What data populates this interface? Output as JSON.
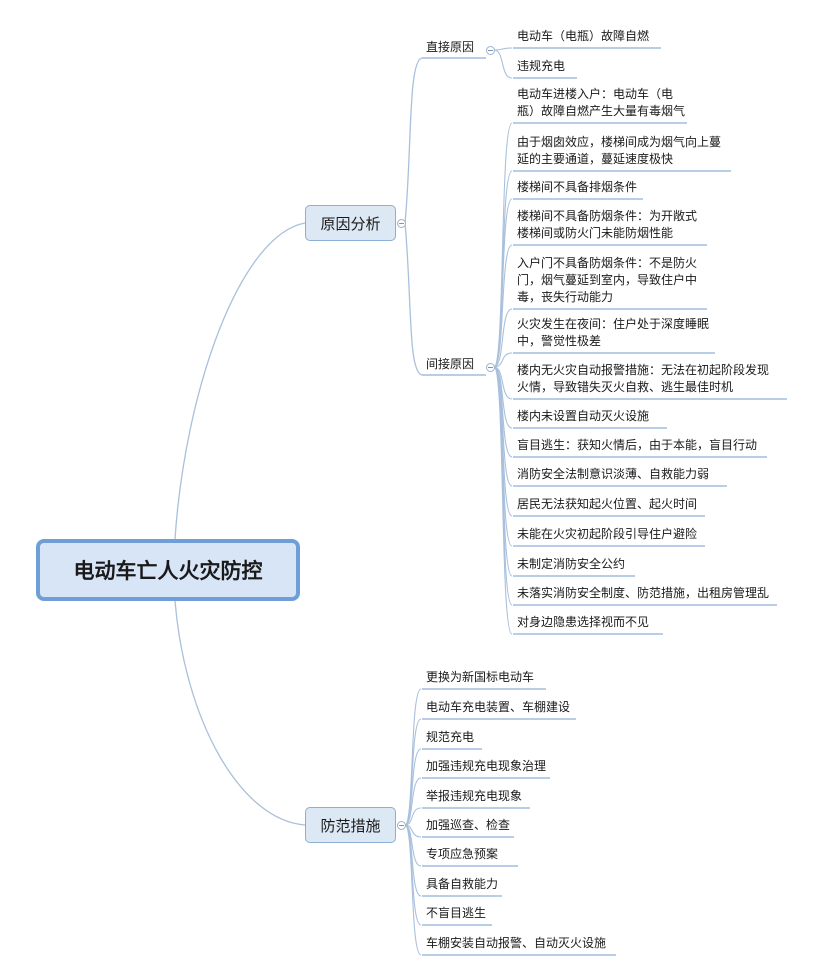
{
  "root": {
    "label": "电动车亡人火灾防控"
  },
  "branches": [
    {
      "label": "原因分析",
      "children": [
        {
          "label": "直接原因",
          "leaves": [
            [
              "电动车（电瓶）故障自燃"
            ],
            [
              "违规充电"
            ]
          ]
        },
        {
          "label": "间接原因",
          "leaves": [
            [
              "电动车进楼入户：电动车（电",
              "瓶）故障自燃产生大量有毒烟气"
            ],
            [
              "由于烟囱效应，楼梯间成为烟气向上蔓",
              "延的主要通道，蔓延速度极快"
            ],
            [
              "楼梯间不具备排烟条件"
            ],
            [
              "楼梯间不具备防烟条件：为开敞式",
              "楼梯间或防火门未能防烟性能"
            ],
            [
              "入户门不具备防烟条件：不是防火",
              "门，烟气蔓延到室内，导致住户中",
              "毒，丧失行动能力"
            ],
            [
              "火灾发生在夜间：住户处于深度睡眠",
              "中，警觉性极差"
            ],
            [
              "楼内无火灾自动报警措施：无法在初起阶段发现",
              "火情，导致错失灭火自救、逃生最佳时机"
            ],
            [
              "楼内未设置自动灭火设施"
            ],
            [
              "盲目逃生：获知火情后，由于本能，盲目行动"
            ],
            [
              "消防安全法制意识淡薄、自救能力弱"
            ],
            [
              "居民无法获知起火位置、起火时间"
            ],
            [
              "未能在火灾初起阶段引导住户避险"
            ],
            [
              "未制定消防安全公约"
            ],
            [
              "未落实消防安全制度、防范措施，出租房管理乱"
            ],
            [
              "对身边隐患选择视而不见"
            ]
          ]
        }
      ]
    },
    {
      "label": "防范措施",
      "leaves": [
        [
          "更换为新国标电动车"
        ],
        [
          "电动车充电装置、车棚建设"
        ],
        [
          "规范充电"
        ],
        [
          "加强违规充电现象治理"
        ],
        [
          "举报违规充电现象"
        ],
        [
          "加强巡查、检查"
        ],
        [
          "专项应急预案"
        ],
        [
          "具备自救能力"
        ],
        [
          "不盲目逃生"
        ],
        [
          "车棚安装自动报警、自动灭火设施"
        ]
      ]
    }
  ],
  "colors": {
    "line": "#a9c0dc",
    "underline": "#8fb0d6",
    "root_border": "#6f9fd6"
  }
}
